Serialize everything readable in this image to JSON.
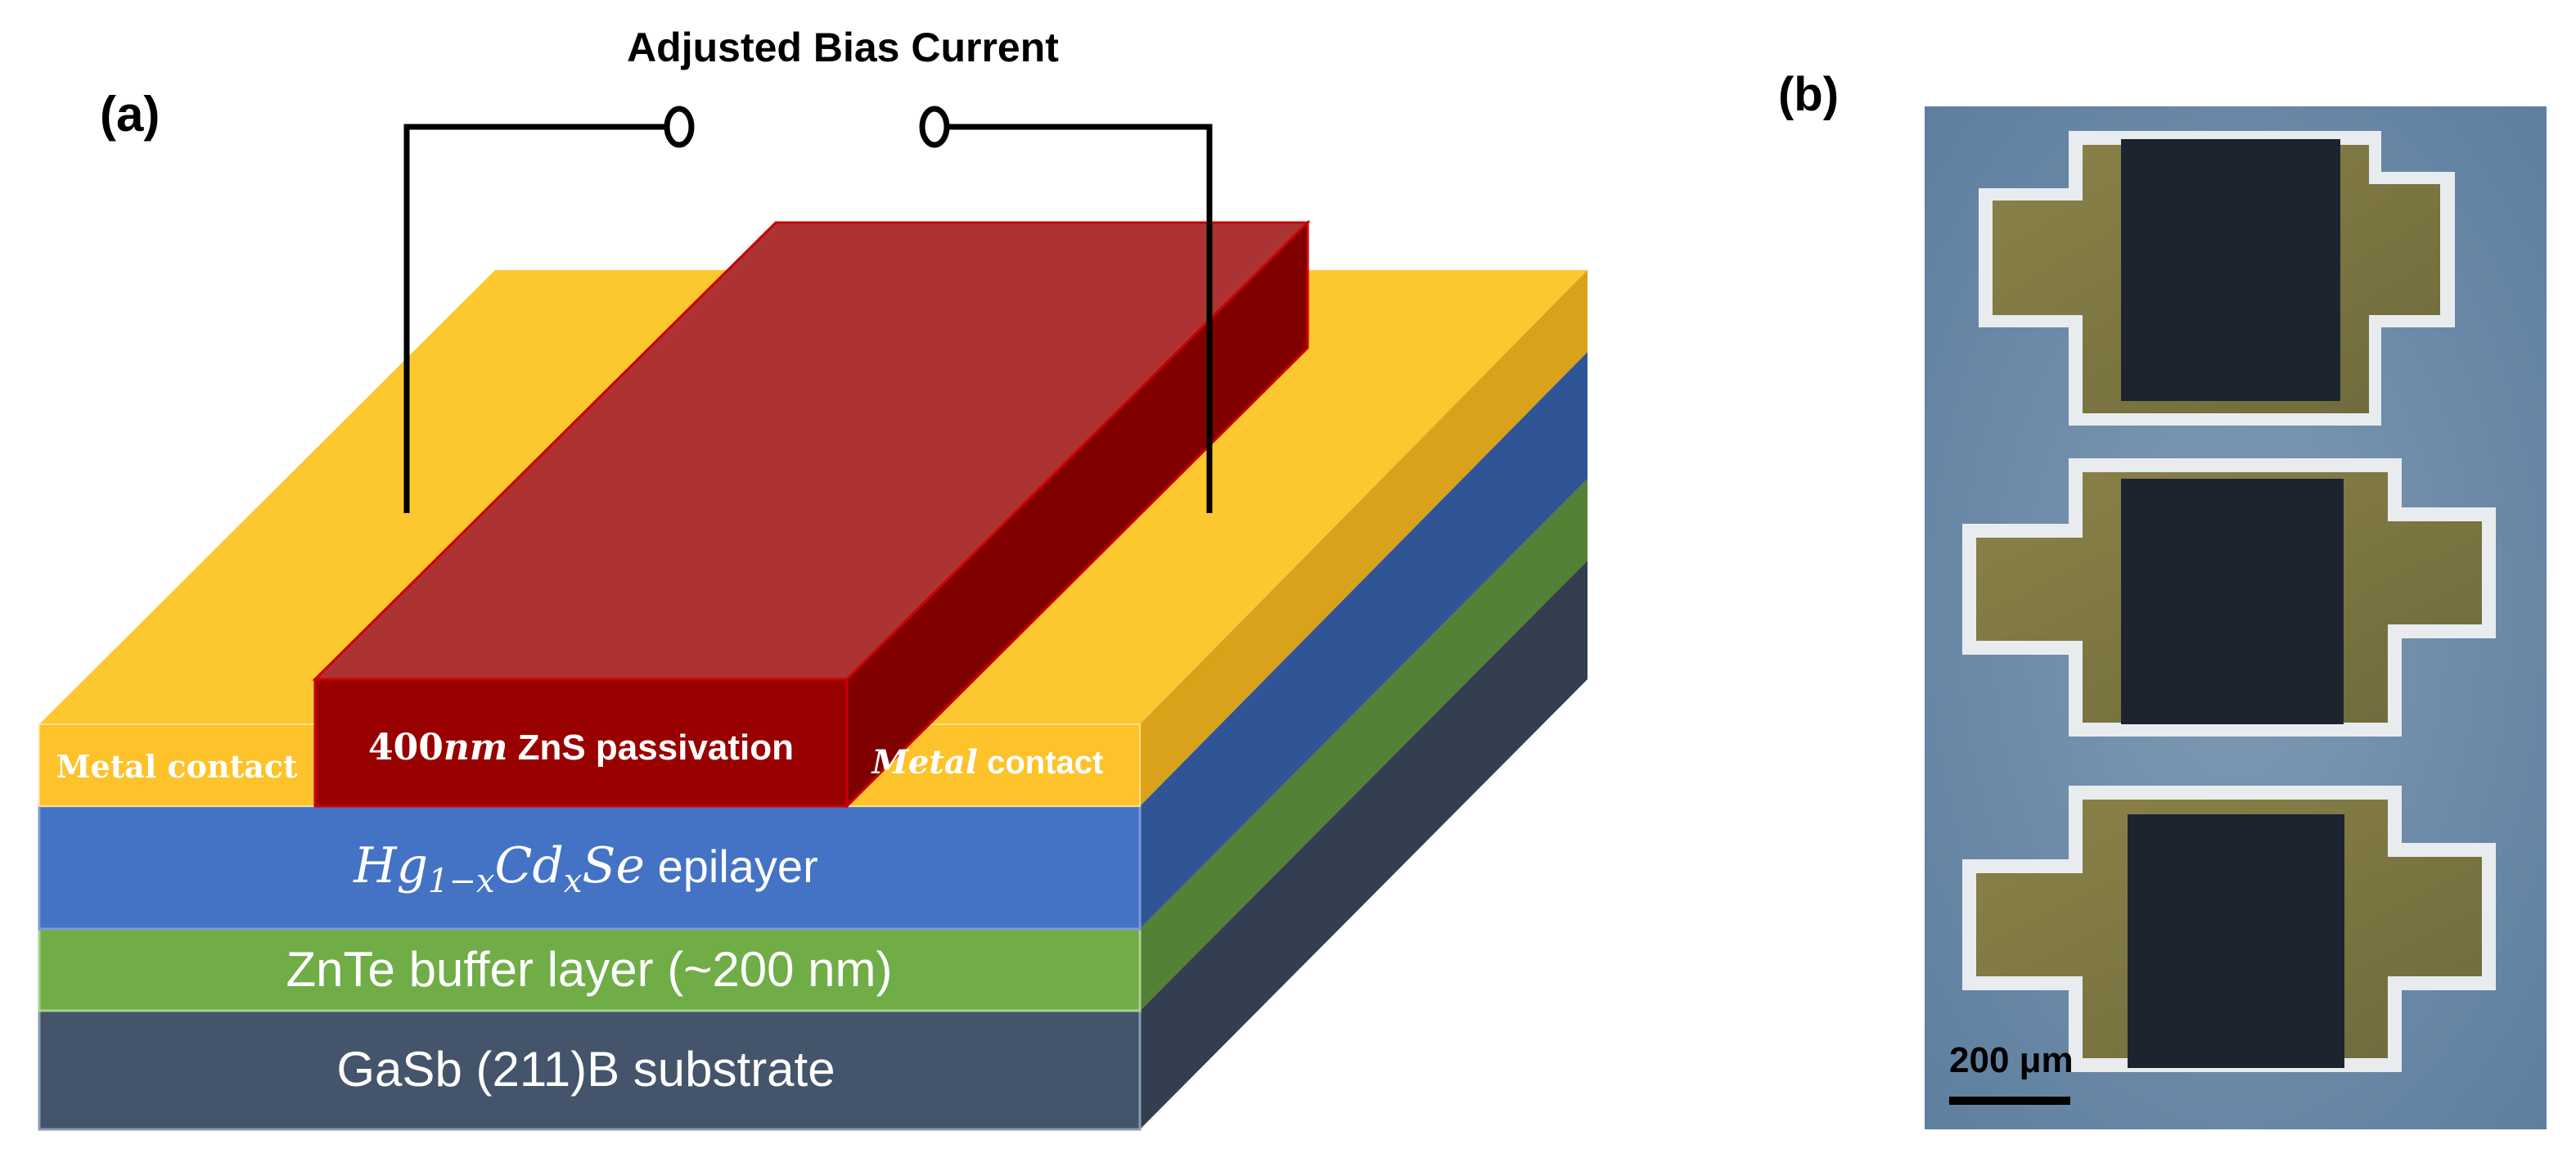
{
  "panel_a": {
    "label": "(a)",
    "bias_title": "Adjusted Bias Current",
    "passivation": {
      "thickness": "400",
      "unit": "nm",
      "text": " ZnS passivation"
    },
    "left_contact": "Metal contact",
    "right_contact": {
      "italic": "Metal",
      "text": " contact"
    },
    "epilayer": {
      "formula": "Hg",
      "sub1": "1−x",
      "mid": "Cd",
      "sub2": "x",
      "end": "Se",
      "text": " epilayer"
    },
    "buffer": "ZnTe buffer layer (~200 nm)",
    "substrate": "GaSb (211)B substrate"
  },
  "panel_b": {
    "label": "(b)",
    "scale_bar": "200 μm"
  },
  "colors": {
    "gold_top": "#fdc72f",
    "gold_front": "#fec22a",
    "gold_side": "#d9a21a",
    "red_top": "#ad3333",
    "red_front": "#990000",
    "red_side": "#800000",
    "blue_front": "#4472c4",
    "blue_side": "#2f5597",
    "green_front": "#70ad47",
    "green_side": "#538135",
    "gray_front": "#44546a",
    "gray_side": "#333f50"
  }
}
